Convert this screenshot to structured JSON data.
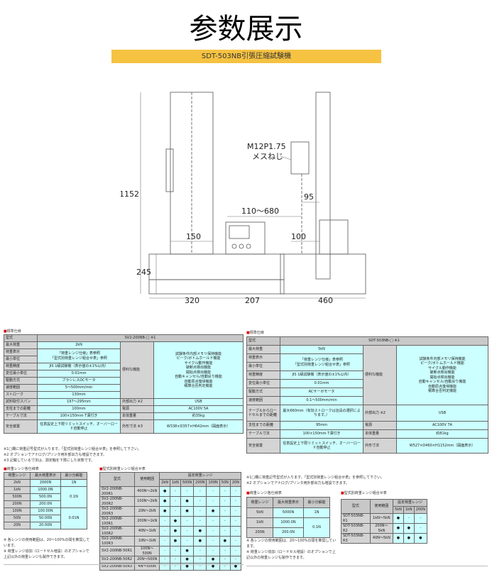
{
  "title": "参数展示",
  "banner": "SDT-503NB引張圧縮試験機",
  "drawing": {
    "h_total": "1152",
    "h_base": "245",
    "col_w": "150",
    "w_front": "320",
    "w_ctrl": "207",
    "stroke": "110～680",
    "thread1": "M12P1.75",
    "thread2": "メスねじ",
    "d95": "95",
    "d100": "100",
    "w_side": "460"
  },
  "left": {
    "spec_title": "標準仕様",
    "model_label": "型式",
    "model": "SV2-200NB-□ ※1",
    "rows": [
      [
        "最大荷重",
        "2kN"
      ],
      [
        "荷重表示",
        ""
      ],
      [
        "最小単位",
        ""
      ],
      [
        "荷重精度",
        "JIS 1級試験機（表示値の±1%以内）"
      ],
      [
        "変位最小単位",
        "0.01mm"
      ],
      [
        "駆動方式",
        "ブラシレスDCモータ"
      ],
      [
        "速度範囲",
        "5～500mm/min"
      ],
      [
        "ストローク",
        "130mm"
      ]
    ],
    "disp1": "「荷重レンジ仕様」表参照",
    "disp2": "「型式別荷重レンジ組合せ表」参照",
    "func_label": "便利な機能",
    "funcs": [
      "試験条件内部メモリ保持機能",
      "ピーク/ボトムホールド機能",
      "サイクル動作機能",
      "破断点検出機能",
      "開始点検出機能",
      "自動キャンセル/自動戻り機能",
      "自動原点復帰機能",
      "積算合否判定機能"
    ],
    "bottom": [
      [
        "試料取付スパン",
        "197～295mm",
        "外部出力 ※2",
        "USB"
      ],
      [
        "支柱までの距離",
        "100mm",
        "電源",
        "AC100V 5A"
      ],
      [
        "テーブル寸法",
        "100×150mm T溝付き",
        "本体重量",
        "約35kg"
      ],
      [
        "安全装置",
        "任意設定上下限リミットスイッチ、オーバーロード自動停止",
        "外形寸法 ※3",
        "W338×D357×H642mm（図面表示）"
      ]
    ],
    "notes": [
      "※1□欄に荷重記号型式が入ります。「型式別荷重レンジ組合せ表」を参照して下さい。",
      "※2 オプションでアナログ/プリンタ用外部出力も増設できます。",
      "※3 記載している寸法は、測定軸を下限にした状態です。"
    ],
    "range_title": "荷重レンジ各仕様表",
    "range_head": [
      "荷重レンジ",
      "最大荷重表示",
      "最小分解能"
    ],
    "range_rows": [
      [
        "2kN",
        "2000N",
        "1N"
      ],
      [
        "1kN",
        "1000.0N",
        "0.1N"
      ],
      [
        "500N",
        "500.0N",
        ""
      ],
      [
        "200N",
        "200.0N",
        ""
      ],
      [
        "100N",
        "100.00N",
        "0.01N"
      ],
      [
        "50N",
        "50.00N",
        ""
      ],
      [
        "20N",
        "20.00N",
        ""
      ]
    ],
    "range_notes": [
      "※ 各レンジの使用範囲は、20～100%の間を推奨しています。",
      "※ 荷重レンジ追加（ロードセル増設）のオプションで上記以外の荷重レンジも製作できます。"
    ],
    "combo_title": "型式別荷重レンジ組合せ表",
    "combo_head": [
      "型式",
      "使用範囲",
      "設定荷重レンジ"
    ],
    "combo_ranges": [
      "2kN",
      "1kN",
      "500N",
      "200N",
      "100N",
      "50N",
      "20N"
    ],
    "combo_rows": [
      [
        "SV2-200NB-200R1",
        "400N～2kN",
        "●",
        "-",
        "-",
        "-",
        "-",
        "-",
        "-"
      ],
      [
        "SV2-200NB-200R2",
        "100N～2kN",
        "●",
        "-",
        "●",
        "-",
        "-",
        "-",
        "-"
      ],
      [
        "SV2-200NB-200R3",
        "20N～2kN",
        "●",
        "-",
        "●",
        "-",
        "●",
        "-",
        "-"
      ],
      [
        "SV2-200NB-100R1",
        "200N～1kN",
        "-",
        "●",
        "-",
        "-",
        "-",
        "-",
        "-"
      ],
      [
        "SV2-200NB-100R2",
        "40N～1kN",
        "-",
        "●",
        "-",
        "●",
        "-",
        "-",
        "-"
      ],
      [
        "SV2-200NB-100R3",
        "10N～1kN",
        "-",
        "●",
        "-",
        "●",
        "-",
        "●",
        "-"
      ],
      [
        "SV2-200NB-50R1",
        "100N～500N",
        "-",
        "-",
        "●",
        "-",
        "-",
        "-",
        "-"
      ],
      [
        "SV2-200NB-50R2",
        "20N～500N",
        "-",
        "-",
        "●",
        "-",
        "●",
        "-",
        "-"
      ],
      [
        "SV2-200NB-50R3",
        "4N～500N",
        "-",
        "-",
        "●",
        "-",
        "●",
        "-",
        "●"
      ]
    ]
  },
  "right": {
    "spec_title": "標準仕様",
    "model_label": "型式",
    "model": "SDT-503NB-□ ※1",
    "rows": [
      [
        "最大荷重",
        "5kN"
      ],
      [
        "荷重表示",
        ""
      ],
      [
        "最小単位",
        ""
      ],
      [
        "荷重精度",
        "JIS 1級試験機（表示値の±1%以内）"
      ],
      [
        "変位最小単位",
        "0.01mm"
      ],
      [
        "駆動方式",
        "ACサーボモータ"
      ],
      [
        "速度範囲",
        "0.1～500mm/min"
      ]
    ],
    "disp1": "「荷重レンジ仕様」表参照",
    "disp2": "「型式別荷重レンジ組合せ表」参照",
    "func_label": "便利な機能",
    "funcs": [
      "試験条件内部メモリ保持機能",
      "ピーク/ボトムホールド機能",
      "サイクル動作機能",
      "破断点検出機能",
      "開始点検出機能",
      "自動キャンセル/自動戻り機能",
      "自動原点復帰機能",
      "積算合否判定機能"
    ],
    "bottom": [
      [
        "テーブルからロードセルまでの距離",
        "最大660mm（有効ストロークは治具の選択によります。）",
        "外部出力 ※2",
        "USB"
      ],
      [
        "支柱までの距離",
        "95mm",
        "電源",
        "AC100V 7A"
      ],
      [
        "テーブル寸法",
        "100×150mm T溝付き",
        "本体重量",
        "約81kg"
      ],
      [
        "安全装置",
        "任意設定上下限リミットスイッチ、オーバーロード自動停止",
        "外形寸法",
        "W527×D460×H1152mm（図面表示）"
      ]
    ],
    "notes": [
      "※1□欄に荷重記号型式が入ります。「型式別荷重レンジ組合せ表」を参照して下さい。",
      "※2 オプションでアナログ/プリンタ用外部出力も増設できます。"
    ],
    "range_title": "荷重レンジ各仕様表",
    "range_head": [
      "荷重レンジ",
      "最大荷重表示",
      "最小分解能"
    ],
    "range_rows": [
      [
        "5kN",
        "5000N",
        "1N"
      ],
      [
        "1kN",
        "1000.0N",
        "0.1N"
      ],
      [
        "200N",
        "200.0N",
        ""
      ]
    ],
    "range_notes": [
      "※ 各レンジの使用範囲は、20～100%の間を推奨しています。",
      "※ 荷重レンジ追加（ロードセル増設）のオプションで上記以外の荷重レンジも製作できます。"
    ],
    "combo_title": "型式別荷重レンジ組合せ表",
    "combo_head": [
      "型式",
      "使用範囲",
      "設定荷重レンジ"
    ],
    "combo_ranges": [
      "5kN",
      "1kN",
      "200N"
    ],
    "combo_rows": [
      [
        "SDT-503NB-R1",
        "1kN～5kN",
        "●",
        "-",
        "-"
      ],
      [
        "SDT-503NB-R2",
        "200N～5kN",
        "●",
        "●",
        "-"
      ],
      [
        "SDT-503NB-R3",
        "40N～5kN",
        "●",
        "●",
        "●"
      ]
    ]
  }
}
